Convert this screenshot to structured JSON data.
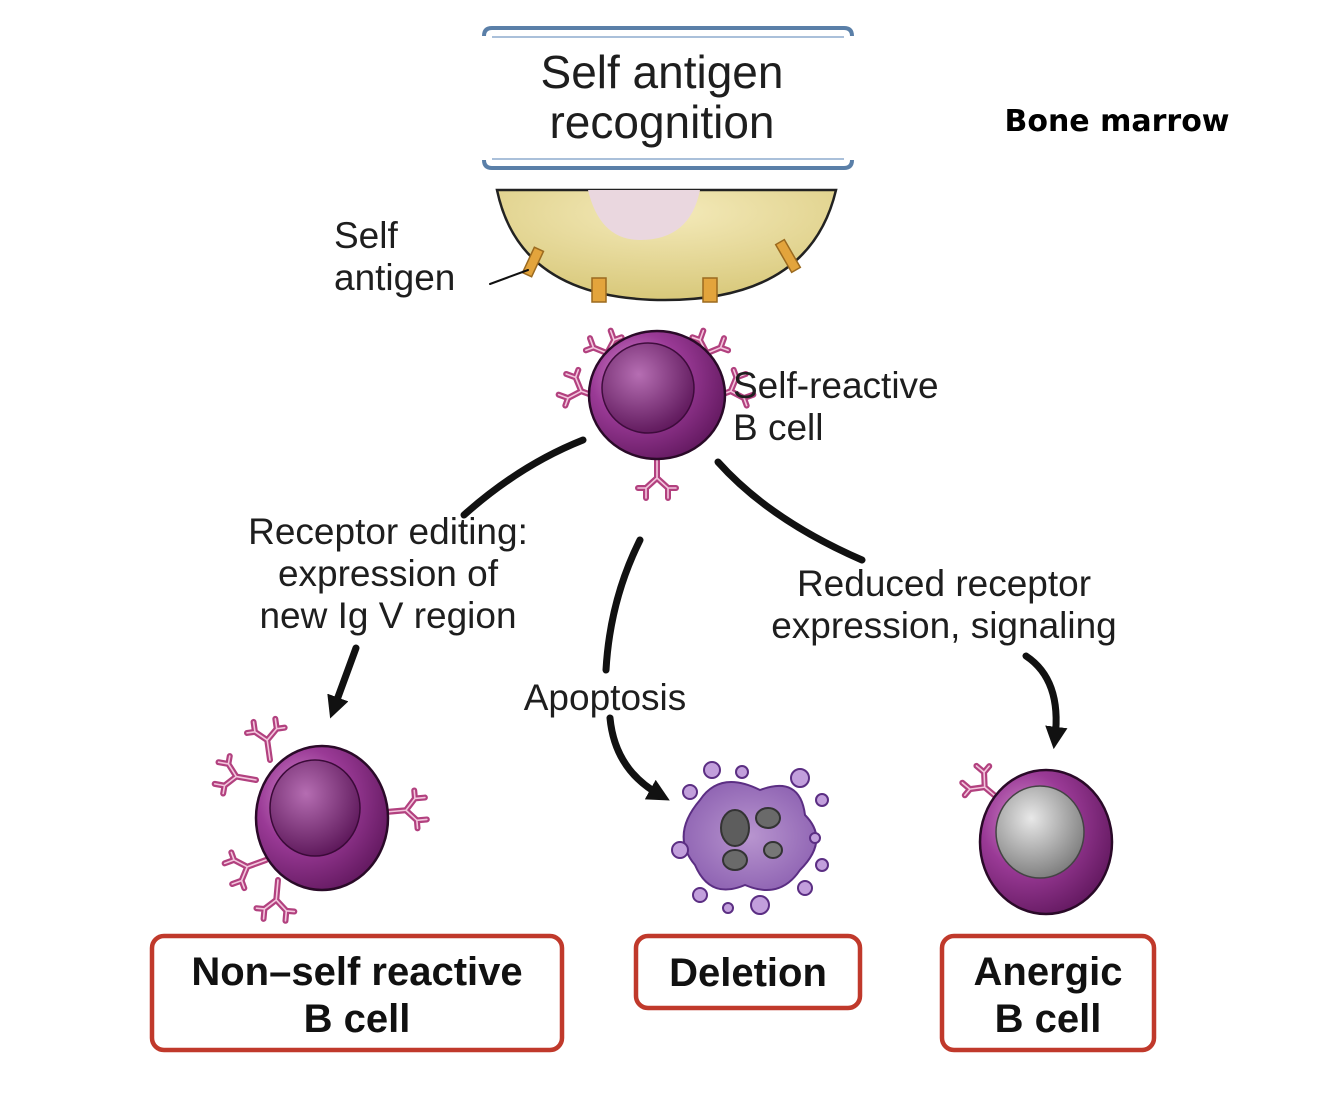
{
  "title": {
    "line1": "Self antigen",
    "line2": "recognition"
  },
  "location_label": "Bone marrow",
  "labels": {
    "self_antigen": {
      "line1": "Self",
      "line2": "antigen"
    },
    "self_reactive": {
      "line1": "Self-reactive",
      "line2": "B cell"
    },
    "receptor_editing": {
      "line1": "Receptor editing:",
      "line2": "expression of",
      "line3": "new Ig V region"
    },
    "apoptosis": "Apoptosis",
    "reduced": {
      "line1": "Reduced receptor",
      "line2": "expression, signaling"
    }
  },
  "outcomes": {
    "non_self": {
      "line1": "Non–self reactive",
      "line2": "B cell"
    },
    "deletion": {
      "line1": "Deletion"
    },
    "anergic": {
      "line1": "Anergic",
      "line2": "B cell"
    }
  },
  "colors": {
    "title_box_border": "#5a7fa8",
    "outcome_box_border": "#c0392b",
    "host_cell": "#ecdf9e",
    "b_cell": "#8c2b88",
    "receptor": "#b2417f",
    "antigen": "#e3a43c",
    "anergic_nucleus": "#9a9a9a"
  }
}
